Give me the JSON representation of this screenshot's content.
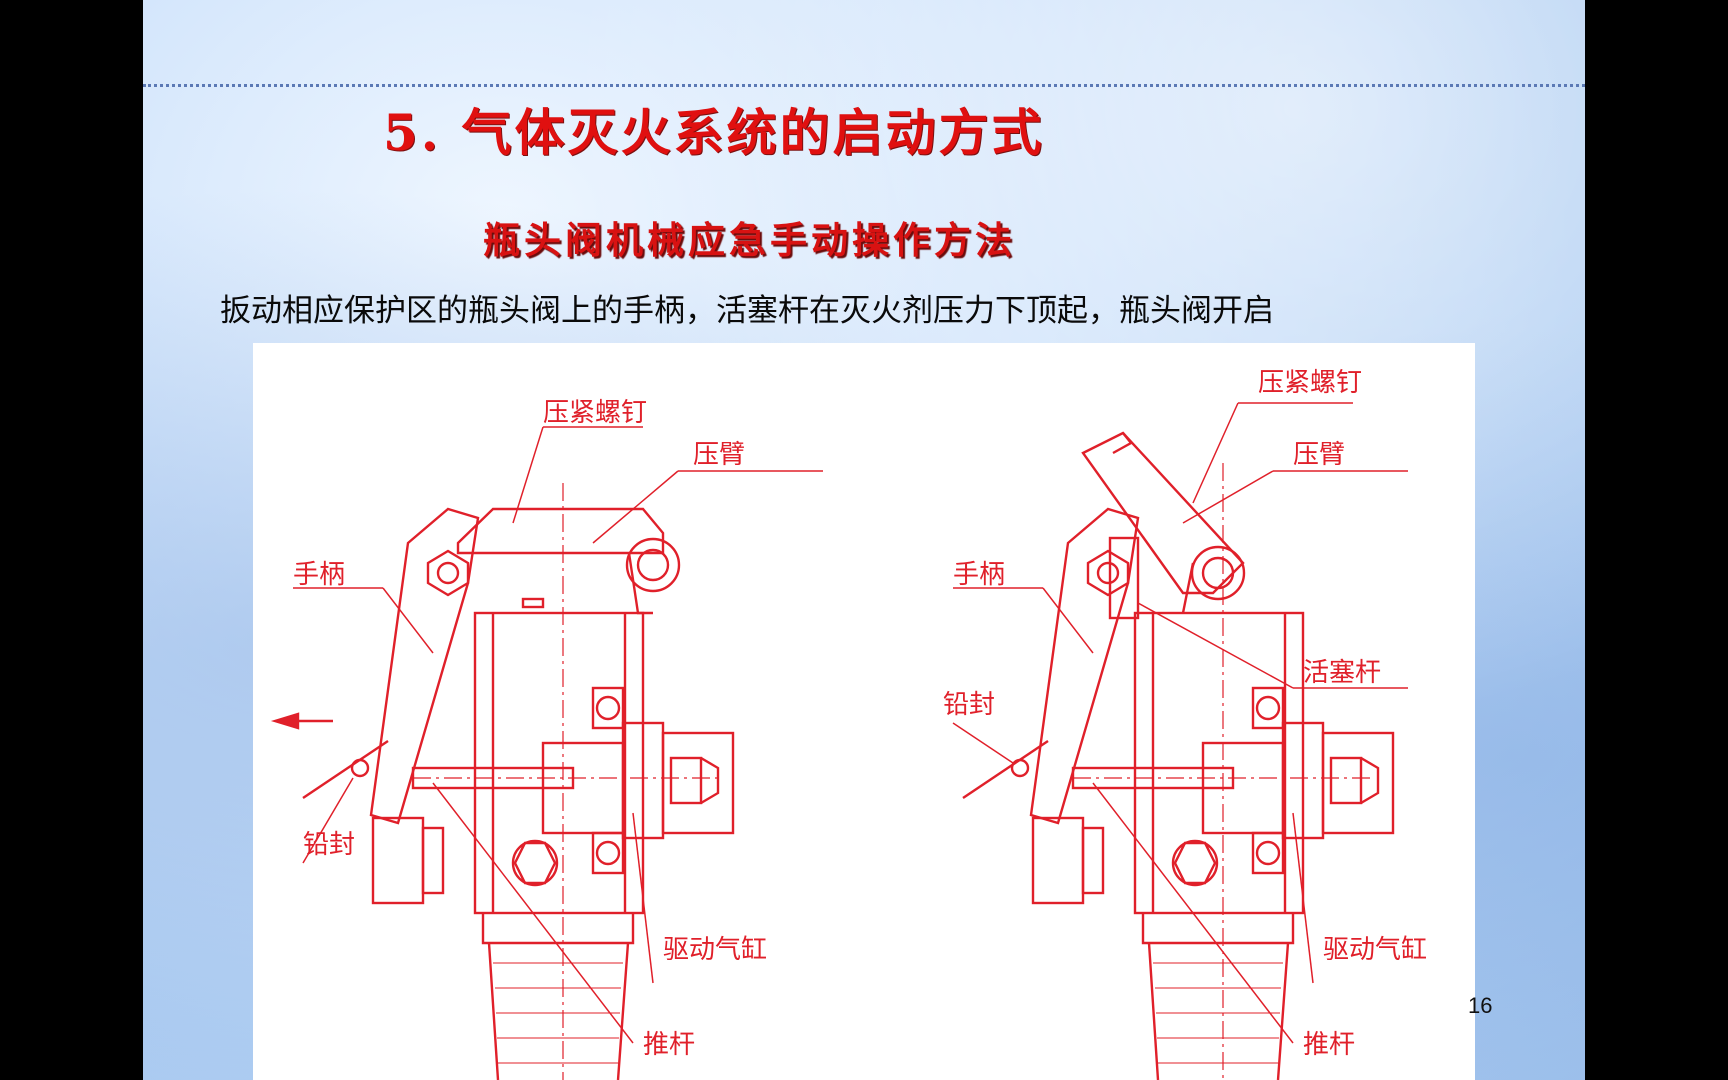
{
  "slide": {
    "title": "5. 气体灭火系统的启动方式",
    "subtitle": "瓶头阀机械应急手动操作方法",
    "description": "扳动相应保护区的瓶头阀上的手柄，活塞杆在灭火剂压力下顶起，瓶头阀开启",
    "page_number": "16"
  },
  "diagram": {
    "left": {
      "labels": {
        "screw": "压紧螺钉",
        "arm": "压臂",
        "handle": "手柄",
        "seal": "铅封",
        "cylinder": "驱动气缸",
        "push_rod": "推杆"
      }
    },
    "right": {
      "labels": {
        "screw": "压紧螺钉",
        "arm": "压臂",
        "handle": "手柄",
        "seal": "铅封",
        "piston": "活塞杆",
        "cylinder": "驱动气缸",
        "push_rod": "推杆"
      }
    }
  },
  "colors": {
    "title": "#e01010",
    "drawing": "#e0202a",
    "background": "#aecdf2"
  }
}
